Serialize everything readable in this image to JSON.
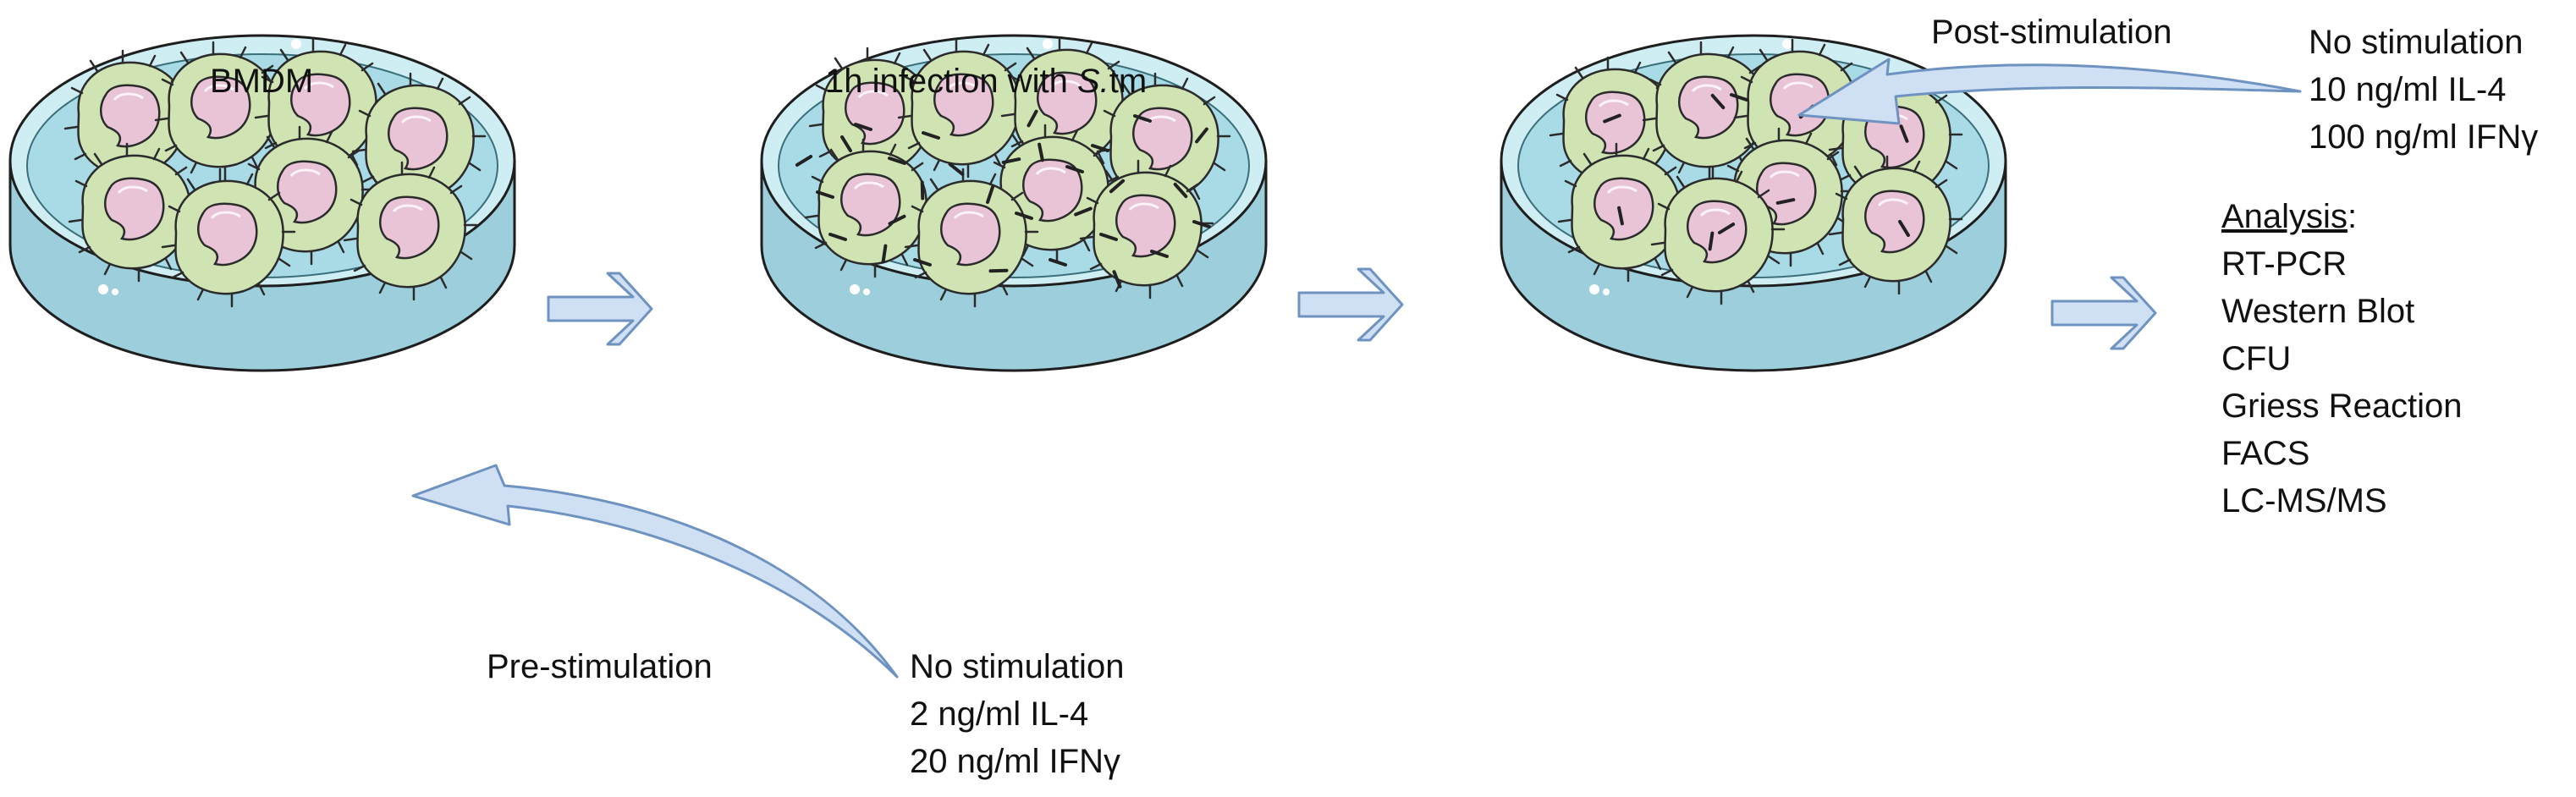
{
  "dish_labels": {
    "bmdm": "BMDM",
    "infection_prefix": "1h infection with ",
    "infection_species": "S.",
    "infection_suffix": "tm"
  },
  "pre_stimulation": {
    "title": "Pre-stimulation",
    "conditions": [
      "No stimulation",
      "2 ng/ml IL-4",
      "20 ng/ml IFNγ"
    ]
  },
  "post_stimulation": {
    "title": "Post-stimulation",
    "conditions": [
      "No stimulation",
      "10 ng/ml IL-4",
      "100 ng/ml IFNγ"
    ]
  },
  "analysis": {
    "title": "Analysis",
    "colon": ":",
    "methods": [
      "RT-PCR",
      "Western Blot",
      "CFU",
      "Griess Reaction",
      "FACS",
      "LC-MS/MS"
    ]
  },
  "colors": {
    "dish_fill": "#a9dbe6",
    "dish_rim": "#cfeef4",
    "dish_stroke": "#1e1e1e",
    "cell_body": "#cfe3b3",
    "nucleus": "#e8c4d6",
    "arrow_fill": "#cfe0f4",
    "arrow_stroke": "#6f93c0",
    "bacteria": "#222222"
  }
}
